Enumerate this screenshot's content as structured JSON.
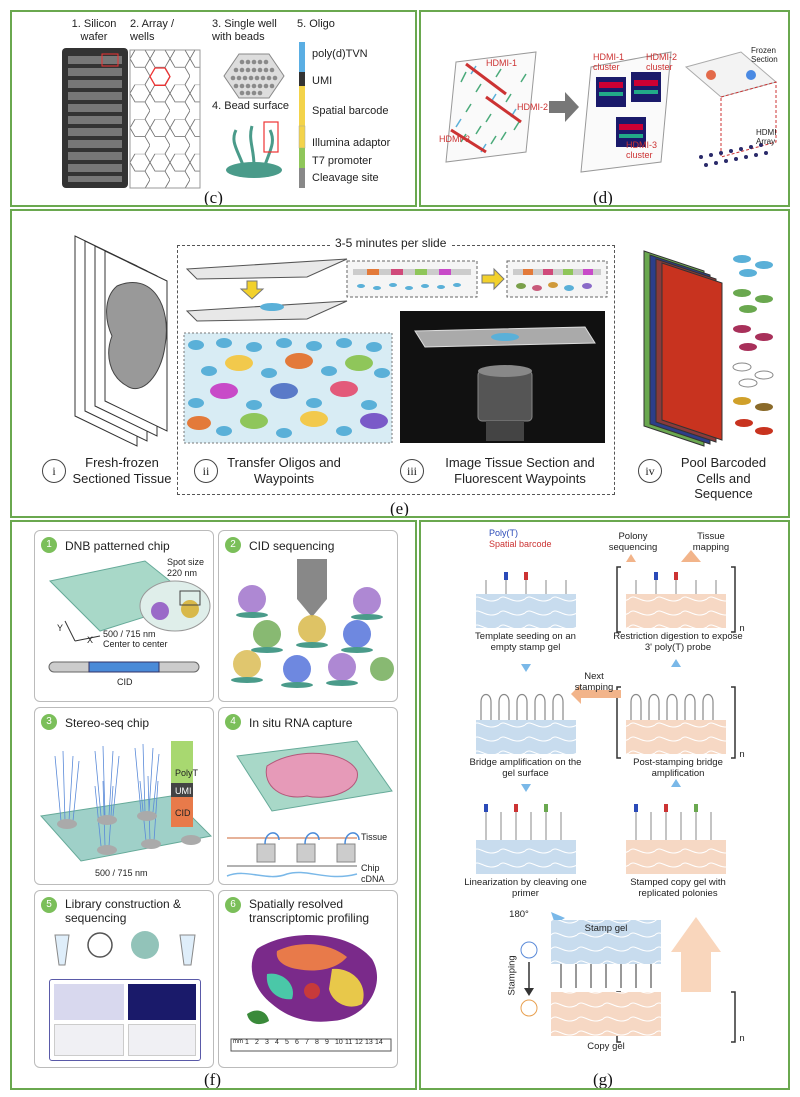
{
  "panels": {
    "c": {
      "label": "(c)",
      "steps": [
        "1. Silicon wafer",
        "2. Array / wells",
        "3. Single well with beads",
        "4. Bead surface",
        "5. Oligo"
      ],
      "oligo_parts": [
        "poly(d)TVN",
        "UMI",
        "Spatial barcode",
        "Illumina adaptor",
        "T7 promoter",
        "Cleavage site"
      ]
    },
    "d": {
      "label": "(d)",
      "tags": [
        "HDMI-1",
        "HDMI-2",
        "HDMI-3",
        "HDMI-1 cluster",
        "HDMI-2 cluster",
        "HDMI-3 cluster",
        "Frozen Section",
        "HDMI Array"
      ]
    },
    "e": {
      "label": "(e)",
      "timing": "3-5 minutes per slide",
      "steps": [
        {
          "num": "i",
          "text": "Fresh-frozen Sectioned Tissue"
        },
        {
          "num": "ii",
          "text": "Transfer Oligos and Waypoints"
        },
        {
          "num": "iii",
          "text": "Image Tissue Section and Fluorescent Waypoints"
        },
        {
          "num": "iv",
          "text": "Pool Barcoded Cells and Sequence"
        }
      ]
    },
    "f": {
      "label": "(f)",
      "cards": [
        {
          "num": "1",
          "title": "DNB patterned chip"
        },
        {
          "num": "2",
          "title": "CID sequencing"
        },
        {
          "num": "3",
          "title": "Stereo-seq chip"
        },
        {
          "num": "4",
          "title": "In situ RNA capture"
        },
        {
          "num": "5",
          "title": "Library construction & sequencing"
        },
        {
          "num": "6",
          "title": "Spatially resolved transcriptomic profiling"
        }
      ],
      "chip": {
        "spot_size": "Spot size",
        "spot_nm": "220 nm",
        "pitch": "500 / 715 nm",
        "pitch_note": "Center to center",
        "cid": "CID",
        "x": "X",
        "y": "Y"
      },
      "stereo": {
        "polyt": "PolyT",
        "umi": "UMI",
        "cid": "CID",
        "pitch": "500 / 715 nm"
      },
      "capture": {
        "tissue": "Tissue",
        "chip": "Chip",
        "cdna": "cDNA"
      },
      "ruler": [
        "1",
        "2",
        "3",
        "4",
        "5",
        "6",
        "7",
        "8",
        "9",
        "10",
        "11",
        "12",
        "13",
        "14"
      ],
      "ruler_unit": "mm"
    },
    "g": {
      "label": "(g)",
      "legend": [
        "Poly(T)",
        "Spatial barcode"
      ],
      "top": [
        "Polony sequencing",
        "Tissue mapping"
      ],
      "captions": [
        "Template seeding on an empty stamp gel",
        "Restriction digestion to expose 3' poly(T) probe",
        "Bridge amplification on the gel surface",
        "Post-stamping bridge amplification",
        "Linearization by cleaving one primer",
        "Stamped copy gel with replicated polonies"
      ],
      "next": "Next stamping",
      "rotate": "180°",
      "stamp_gel": "Stamp gel",
      "copy_gel": "Copy gel",
      "stamping": "Stamping",
      "n": "n"
    }
  }
}
